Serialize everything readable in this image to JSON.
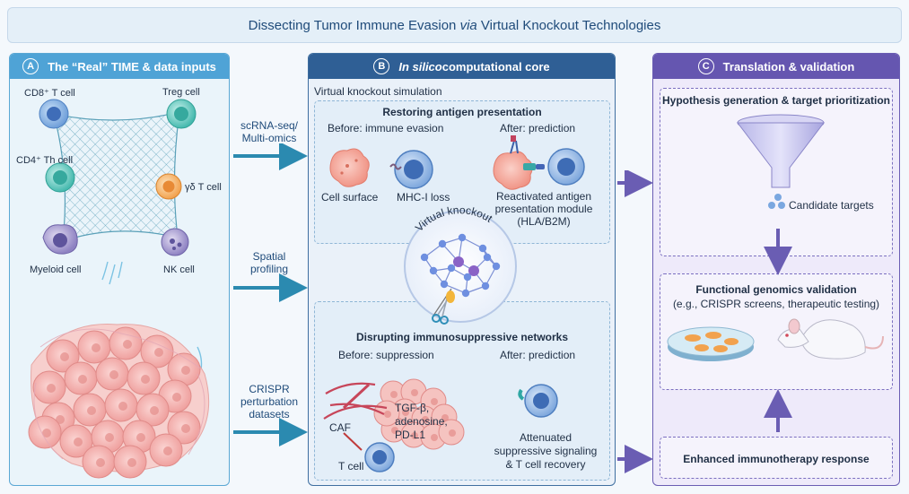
{
  "title": {
    "prefix": "Dissecting Tumor Immune Evasion ",
    "italic": "via",
    "suffix": " Virtual Knockout Technologies"
  },
  "panel_a": {
    "badge": "A",
    "heading": "The “Real” TIME & data inputs",
    "cells": {
      "cd8": "CD8⁺ T cell",
      "treg": "Treg cell",
      "cd4": "CD4⁺ Th cell",
      "gd": "γδ T cell",
      "myeloid": "Myeloid cell",
      "nk": "NK cell"
    }
  },
  "inputs": {
    "scrna": [
      "scRNA-seq/",
      "Multi-omics"
    ],
    "spatial": [
      "Spatial",
      "profiling"
    ],
    "crispr": [
      "CRISPR",
      "perturbation",
      "datasets"
    ]
  },
  "panel_b": {
    "badge": "B",
    "heading_italic": "In silico",
    "heading_rest": " computational core",
    "sim_title": "Virtual knockout simulation",
    "restore": {
      "title": "Restoring antigen presentation",
      "before": "Before: immune evasion",
      "after": "After: prediction",
      "cell_surface": "Cell surface",
      "mhc_loss": "MHC-I loss",
      "reactivated": [
        "Reactivated antigen",
        "presentation module",
        "(HLA/B2M)"
      ]
    },
    "ko_label": "Virtual knockout",
    "disrupt": {
      "title": "Disrupting immunosuppressive networks",
      "before": "Before: suppression",
      "after": "After: prediction",
      "caf": "CAF",
      "factors": [
        "TGF-β,",
        "adenosine,",
        "PD-L1"
      ],
      "tcell": "T cell",
      "attenuated": [
        "Attenuated",
        "suppressive signaling",
        "& T cell recovery"
      ]
    }
  },
  "panel_c": {
    "badge": "C",
    "heading": "Translation & validation",
    "hypothesis": "Hypothesis generation & target prioritization",
    "candidates": "Candidate targets",
    "functional_title": "Functional genomics validation",
    "functional_sub": "(e.g., CRISPR screens, therapeutic testing)",
    "enhanced": "Enhanced immunotherapy response"
  },
  "colors": {
    "panel_a": "#4fa3d6",
    "panel_b": "#2f5f95",
    "panel_c": "#6556b0",
    "arrow_blue": "#2b8ab0",
    "arrow_purple": "#6a5db3",
    "tumor": "#f2a6a4"
  }
}
